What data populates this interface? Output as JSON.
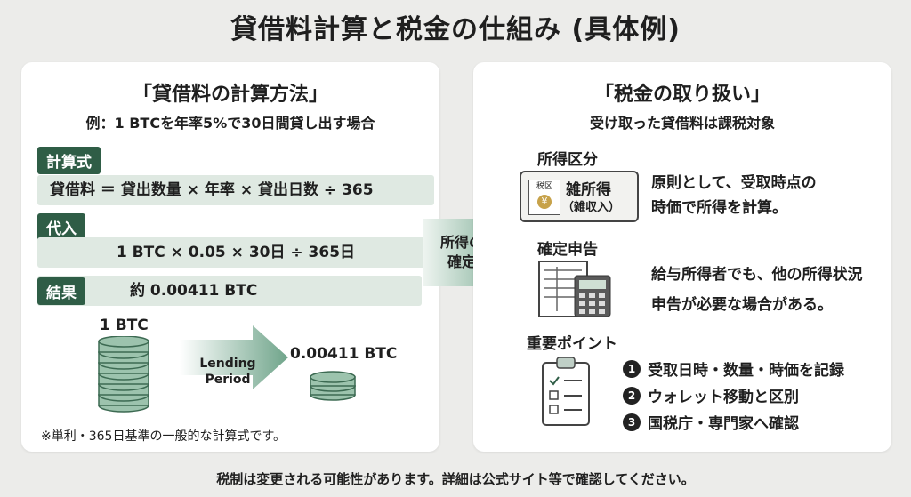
{
  "title": "貸借料計算と税金の仕組み (具体例)",
  "left": {
    "heading": "「貸借料の計算方法」",
    "subheading": "例：1 BTCを年率5%で30日間貸し出す場合",
    "formula_tag": "計算式",
    "formula": "貸借料 ＝ 貸出数量 × 年率 × 貸出日数 ÷ 365",
    "substitute_tag": "代入",
    "substitute": "1 BTC × 0.05 × 30日 ÷ 365日",
    "result_tag": "結果",
    "result": "約 0.00411 BTC",
    "coin_left_label": "1 BTC",
    "coin_right_label": "0.00411 BTC",
    "arrow_label_1": "Lending",
    "arrow_label_2": "Period",
    "note": "※単利・365日基準の一般的な計算式です。"
  },
  "middle_arrow": {
    "line1": "所得の",
    "line2": "確定"
  },
  "right": {
    "heading": "「税金の取り扱い」",
    "subheading": "受け取った貸借料は課税対象",
    "income_title": "所得区分",
    "income_badge_small": "税区",
    "income_badge_main": "雑所得",
    "income_badge_sub": "（雑収入）",
    "income_desc_1": "原則として、受取時点の",
    "income_desc_2": "時価で所得を計算。",
    "filing_title": "確定申告",
    "filing_desc_1": "給与所得者でも、他の所得状況",
    "filing_desc_2": "申告が必要な場合がある。",
    "points_title": "重要ポイント",
    "points": [
      {
        "num": "1",
        "text": "受取日時・数量・時価を記録"
      },
      {
        "num": "2",
        "text": "ウォレット移動と区別"
      },
      {
        "num": "3",
        "text": "国税庁・専門家へ確認"
      }
    ]
  },
  "footer": "税制は変更される可能性があります。詳細は公式サイト等で確認してください。",
  "colors": {
    "accent": "#2f5d46",
    "bar": "#dfe9e2",
    "coin": "#9cc3ad",
    "background": "#ececea"
  }
}
